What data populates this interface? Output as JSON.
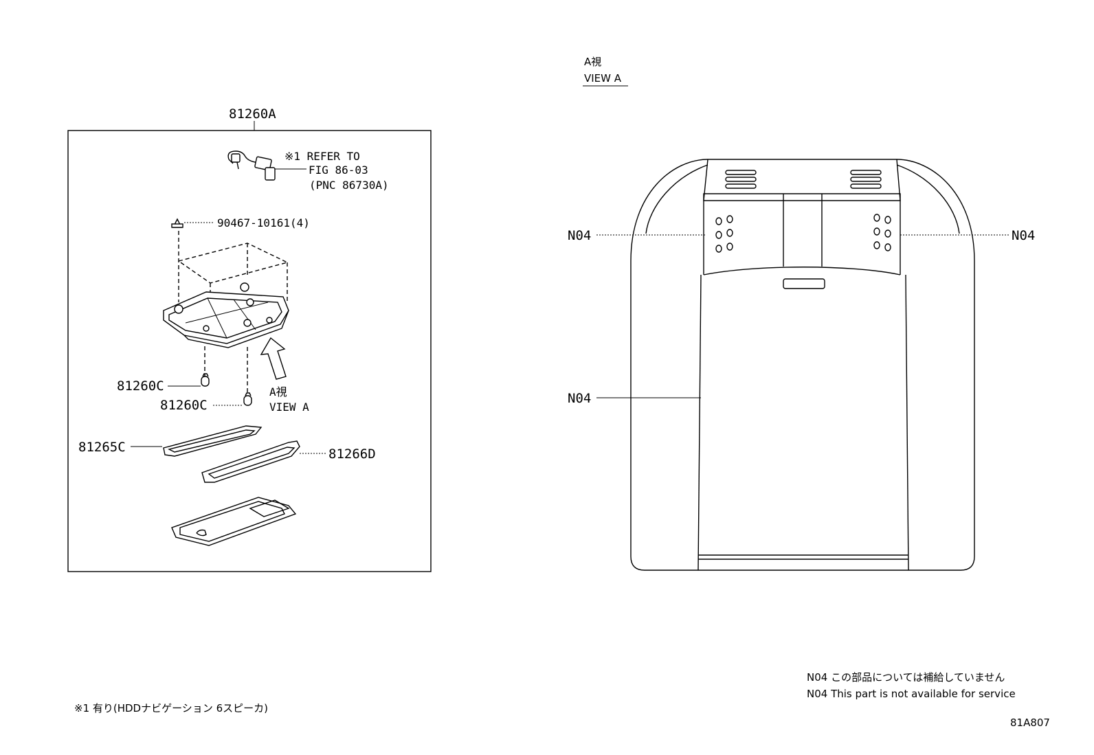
{
  "assembly": {
    "main_part": "81260A",
    "note_ref_line1": "※1 REFER TO",
    "note_ref_line2": "FIG 86-03",
    "note_ref_line3": "(PNC 86730A)",
    "screw_part": "90467-10161(4)",
    "bulb_part_1": "81260C",
    "bulb_part_2": "81260C",
    "lens_left_part": "81265C",
    "lens_right_part": "81266D",
    "arrow_view_jp": "A視",
    "arrow_view_en": "VIEW A"
  },
  "view_a": {
    "title_jp": "A視",
    "title_en": "VIEW A",
    "callout_left_top": "N04",
    "callout_right_top": "N04",
    "callout_left_bottom": "N04"
  },
  "notes": {
    "n04_jp": "N04 この部品については補給していません",
    "n04_en": "N04 This part is not available for service",
    "footnote": "※1 有り(HDDナビゲーション 6スピーカ)",
    "figure_code": "81A807"
  },
  "icons": {
    "bulb": "bulb-icon",
    "screw": "clip-icon",
    "arrow": "view-arrow-icon"
  }
}
